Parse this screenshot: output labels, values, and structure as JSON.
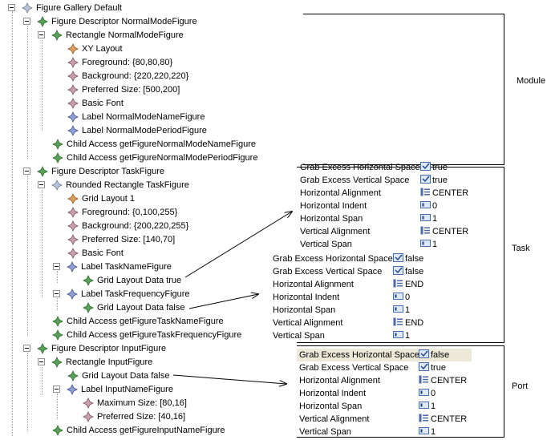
{
  "tree": {
    "root": "Figure Gallery Default",
    "module": {
      "descriptor": "Figure Descriptor NormalModeFigure",
      "rect": "Rectangle NormalModeFigure",
      "children": [
        "XY Layout",
        "Foreground: {80,80,80}",
        "Background: {220,220,220}",
        "Preferred Size: [500,200]",
        "Basic Font",
        "Label NormalModeNameFigure",
        "Label NormalModePeriodFigure"
      ],
      "access": [
        "Child Access getFigureNormalModeNameFigure",
        "Child Access getFigureNormalModePeriodFigure"
      ]
    },
    "task": {
      "descriptor": "Figure Descriptor TaskFigure",
      "rect": "Rounded Rectangle TaskFigure",
      "children": [
        "Grid Layout 1",
        "Foreground: {0,100,255}",
        "Background: {200,220,255}",
        "Preferred Size: [140,70]",
        "Basic Font"
      ],
      "label1": "Label TaskNameFigure",
      "label1_child": "Grid Layout Data true",
      "label2": "Label TaskFrequencyFigure",
      "label2_child": "Grid Layout Data false",
      "access": [
        "Child Access getFigureTaskNameFigure",
        "Child Access getFigureTaskFrequencyFigure"
      ]
    },
    "port": {
      "descriptor": "Figure Descriptor InputFigure",
      "rect": "Rectangle InputFigure",
      "grid": "Grid Layout Data false",
      "label": "Label InputNameFigure",
      "label_children": [
        "Maximum Size: [80,16]",
        "Preferred Size: [40,16]"
      ],
      "access": "Child Access getFigureInputNameFigure"
    }
  },
  "boxes": {
    "module": "Module",
    "task": "Task",
    "port": "Port"
  },
  "props_task_true": [
    {
      "k": "Grab Excess Horizontal Space",
      "v": "true",
      "icon": "bool-icon"
    },
    {
      "k": "Grab Excess Vertical Space",
      "v": "true",
      "icon": "bool-icon"
    },
    {
      "k": "Horizontal Alignment",
      "v": "CENTER",
      "icon": "enum-icon"
    },
    {
      "k": "Horizontal Indent",
      "v": "0",
      "icon": "int-icon"
    },
    {
      "k": "Horizontal Span",
      "v": "1",
      "icon": "int-icon"
    },
    {
      "k": "Vertical Alignment",
      "v": "CENTER",
      "icon": "enum-icon"
    },
    {
      "k": "Vertical Span",
      "v": "1",
      "icon": "int-icon"
    }
  ],
  "props_task_false": [
    {
      "k": "Grab Excess Horizontal Space",
      "v": "false",
      "icon": "bool-icon"
    },
    {
      "k": "Grab Excess Vertical Space",
      "v": "false",
      "icon": "bool-icon"
    },
    {
      "k": "Horizontal Alignment",
      "v": "END",
      "icon": "enum-icon"
    },
    {
      "k": "Horizontal Indent",
      "v": "0",
      "icon": "int-icon"
    },
    {
      "k": "Horizontal Span",
      "v": "1",
      "icon": "int-icon"
    },
    {
      "k": "Vertical Alignment",
      "v": "END",
      "icon": "enum-icon"
    },
    {
      "k": "Vertical Span",
      "v": "1",
      "icon": "int-icon"
    }
  ],
  "props_port": [
    {
      "k": "Grab Excess Horizontal Space",
      "v": "false",
      "icon": "bool-icon"
    },
    {
      "k": "Grab Excess Vertical Space",
      "v": "true",
      "icon": "bool-icon"
    },
    {
      "k": "Horizontal Alignment",
      "v": "CENTER",
      "icon": "enum-icon"
    },
    {
      "k": "Horizontal Indent",
      "v": "0",
      "icon": "int-icon"
    },
    {
      "k": "Horizontal Span",
      "v": "1",
      "icon": "int-icon"
    },
    {
      "k": "Vertical Alignment",
      "v": "CENTER",
      "icon": "enum-icon"
    },
    {
      "k": "Vertical Span",
      "v": "1",
      "icon": "int-icon"
    }
  ]
}
